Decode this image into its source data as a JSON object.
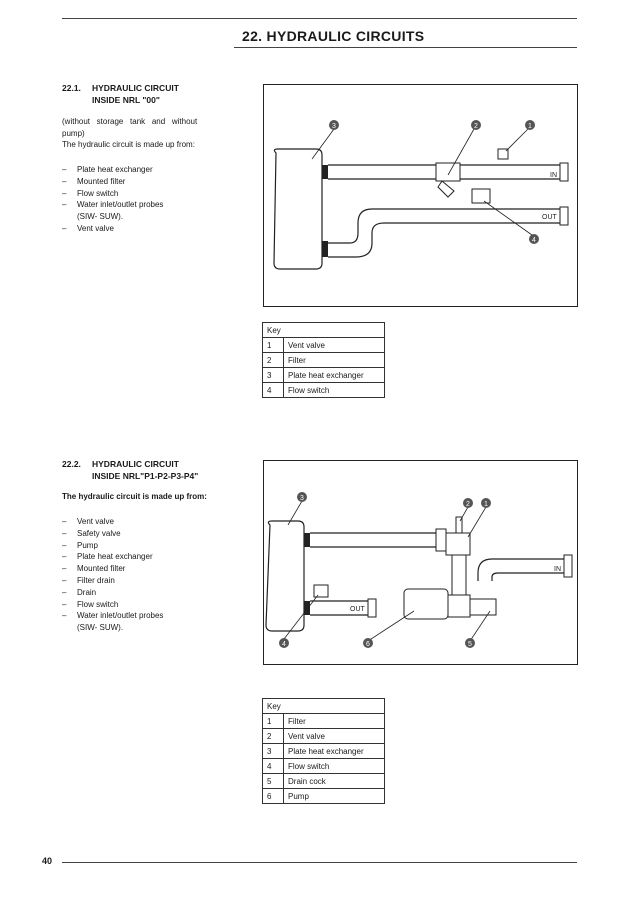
{
  "header": {
    "title": "22. HYDRAULIC CIRCUITS"
  },
  "section1": {
    "number": "22.1.",
    "title_line1": "HYDRAULIC CIRCUIT",
    "title_line2": "INSIDE NRL \"00\"",
    "note_line1": "(without   storage   tank   and   without",
    "note_line2": "pump)",
    "intro": "The hydraulic circuit is made up from:",
    "items": [
      "Plate heat exchanger",
      "Mounted filter",
      "Flow switch",
      "Water inlet/outlet probes",
      "Vent valve"
    ],
    "item4_cont": "(SIW- SUW).",
    "diagram": {
      "in_label": "IN",
      "out_label": "OUT",
      "callouts": [
        "3",
        "2",
        "1",
        "4"
      ]
    },
    "key": {
      "header": "Key",
      "rows": [
        {
          "n": "1",
          "t": "Vent valve"
        },
        {
          "n": "2",
          "t": "Filter"
        },
        {
          "n": "3",
          "t": "Plate heat exchanger"
        },
        {
          "n": "4",
          "t": "Flow switch"
        }
      ]
    }
  },
  "section2": {
    "number": "22.2.",
    "title_line1": "HYDRAULIC CIRCUIT",
    "title_line2": "INSIDE NRL\"P1-P2-P3-P4\"",
    "intro": "The hydraulic circuit is made up from:",
    "items": [
      "Vent valve",
      "Safety valve",
      "Pump",
      "Plate heat exchanger",
      "Mounted filter",
      "Filter drain",
      "Drain",
      "Flow switch",
      "Water inlet/outlet probes"
    ],
    "item9_cont": "(SIW- SUW).",
    "diagram": {
      "in_label": "IN",
      "out_label": "OUT",
      "callouts": [
        "3",
        "2",
        "1",
        "4",
        "6",
        "5"
      ]
    },
    "key": {
      "header": "Key",
      "rows": [
        {
          "n": "1",
          "t": "Filter"
        },
        {
          "n": "2",
          "t": "Vent valve"
        },
        {
          "n": "3",
          "t": "Plate heat exchanger"
        },
        {
          "n": "4",
          "t": "Flow switch"
        },
        {
          "n": "5",
          "t": "Drain cock"
        },
        {
          "n": "6",
          "t": "Pump"
        }
      ]
    }
  },
  "footer": {
    "page": "40"
  }
}
